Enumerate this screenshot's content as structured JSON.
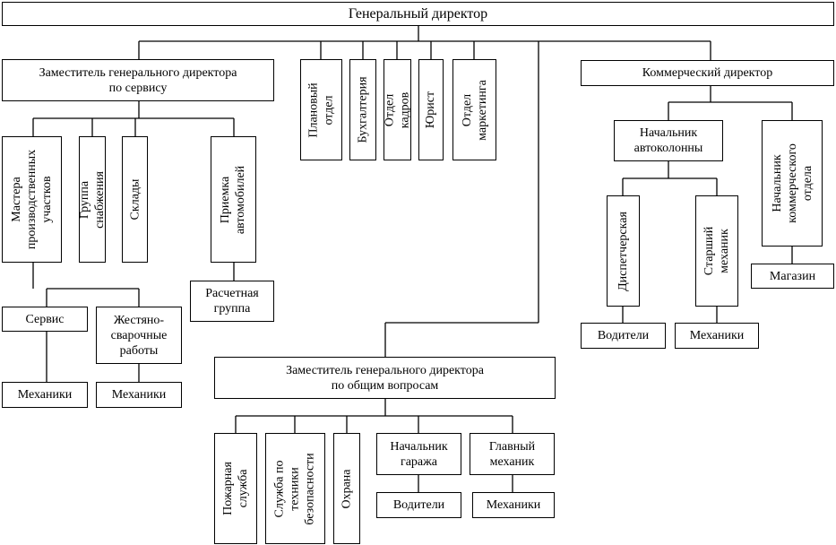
{
  "chart": {
    "ceo": "Генеральный директор",
    "deputy_service": "Заместитель генерального директора\nпо сервису",
    "planning": "Плановый\nотдел",
    "accounting": "Бухгалтерия",
    "hr": "Отдел кадров",
    "lawyer": "Юрист",
    "marketing": "Отдел\nмаркетинга",
    "commercial_director": "Коммерческий директор",
    "masters": "Мастера\nпроизводственных\nучастков",
    "supply": "Группа снабжения",
    "warehouses": "Склады",
    "car_reception": "Приемка\nавтомобилей",
    "settlement_group": "Расчетная\nгруппа",
    "service": "Сервис",
    "body_welding": "Жестяно-\nсварочные\nработы",
    "mechanics_service": "Механики",
    "mechanics_body": "Механики",
    "head_convoy": "Начальник\nавтоколонны",
    "head_commercial": "Начальник\nкоммерческого\nотдела",
    "dispatcher": "Диспетчерская",
    "senior_mechanic": "Старший\nмеханик",
    "store": "Магазин",
    "drivers_convoy": "Водители",
    "mechanics_convoy": "Механики",
    "deputy_general": "Заместитель генерального директора\nпо общим вопросам",
    "fire_service": "Пожарная\nслужба",
    "safety_service": "Служба по\nтехники\nбезопасности",
    "security": "Охрана",
    "head_garage": "Начальник\nгаража",
    "chief_mechanic": "Главный\nмеханик",
    "drivers_garage": "Водители",
    "mechanics_chief": "Механики"
  }
}
